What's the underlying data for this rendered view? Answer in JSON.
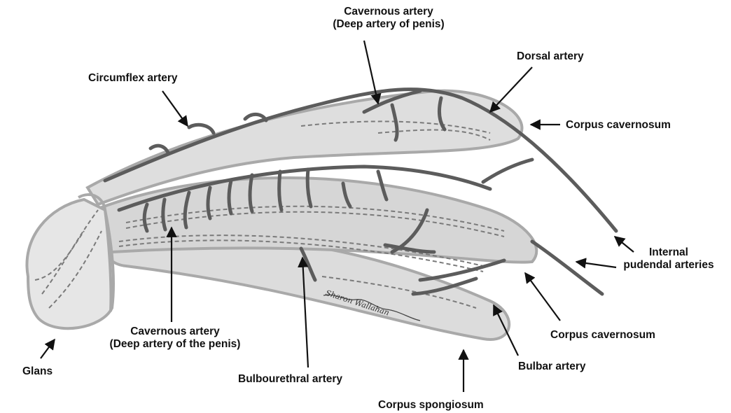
{
  "labels": {
    "cavernous_top_1": "Cavernous artery",
    "cavernous_top_2": "(Deep artery of penis)",
    "dorsal": "Dorsal artery",
    "circumflex": "Circumflex artery",
    "corpus_cavernosum_top": "Corpus cavernosum",
    "internal_pudendal_1": "Internal",
    "internal_pudendal_2": "pudendal arteries",
    "corpus_cavernosum_bottom": "Corpus cavernosum",
    "bulbar": "Bulbar artery",
    "corpus_spongiosum": "Corpus spongiosum",
    "bulbourethral": "Bulbourethral artery",
    "cavernous_bottom_1": "Cavernous artery",
    "cavernous_bottom_2": "(Deep artery of the penis)",
    "glans": "Glans"
  },
  "signature": "Sharon Wallahan",
  "colors": {
    "tissue_fill": "#dcdcdc",
    "tissue_outline": "#a9a9a9",
    "artery": "#5c5c5c",
    "text": "#111111"
  }
}
